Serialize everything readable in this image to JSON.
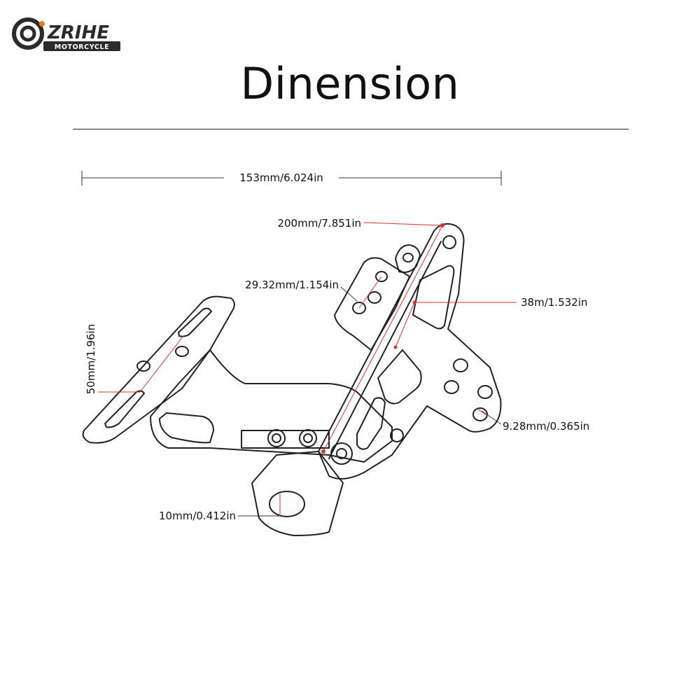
{
  "brand": {
    "name": "ZRIHE",
    "tagline": "MOTORCYCLE"
  },
  "title": "Dinension",
  "colors": {
    "dimension_line": "#e03030",
    "outline": "#222222",
    "brand_dark": "#2b2b2b",
    "brand_accent": "#f07a1a"
  },
  "dimensions": {
    "overall_width": "153mm/6.024in",
    "overall_length": "200mm/7.851in",
    "hole_spacing": "29.32mm/1.154in",
    "slot_width": "38m/1.532in",
    "plate_height": "50mm/1.96in",
    "small_hole": "9.28mm/0.365in",
    "mount_hole": "10mm/0.412in"
  }
}
